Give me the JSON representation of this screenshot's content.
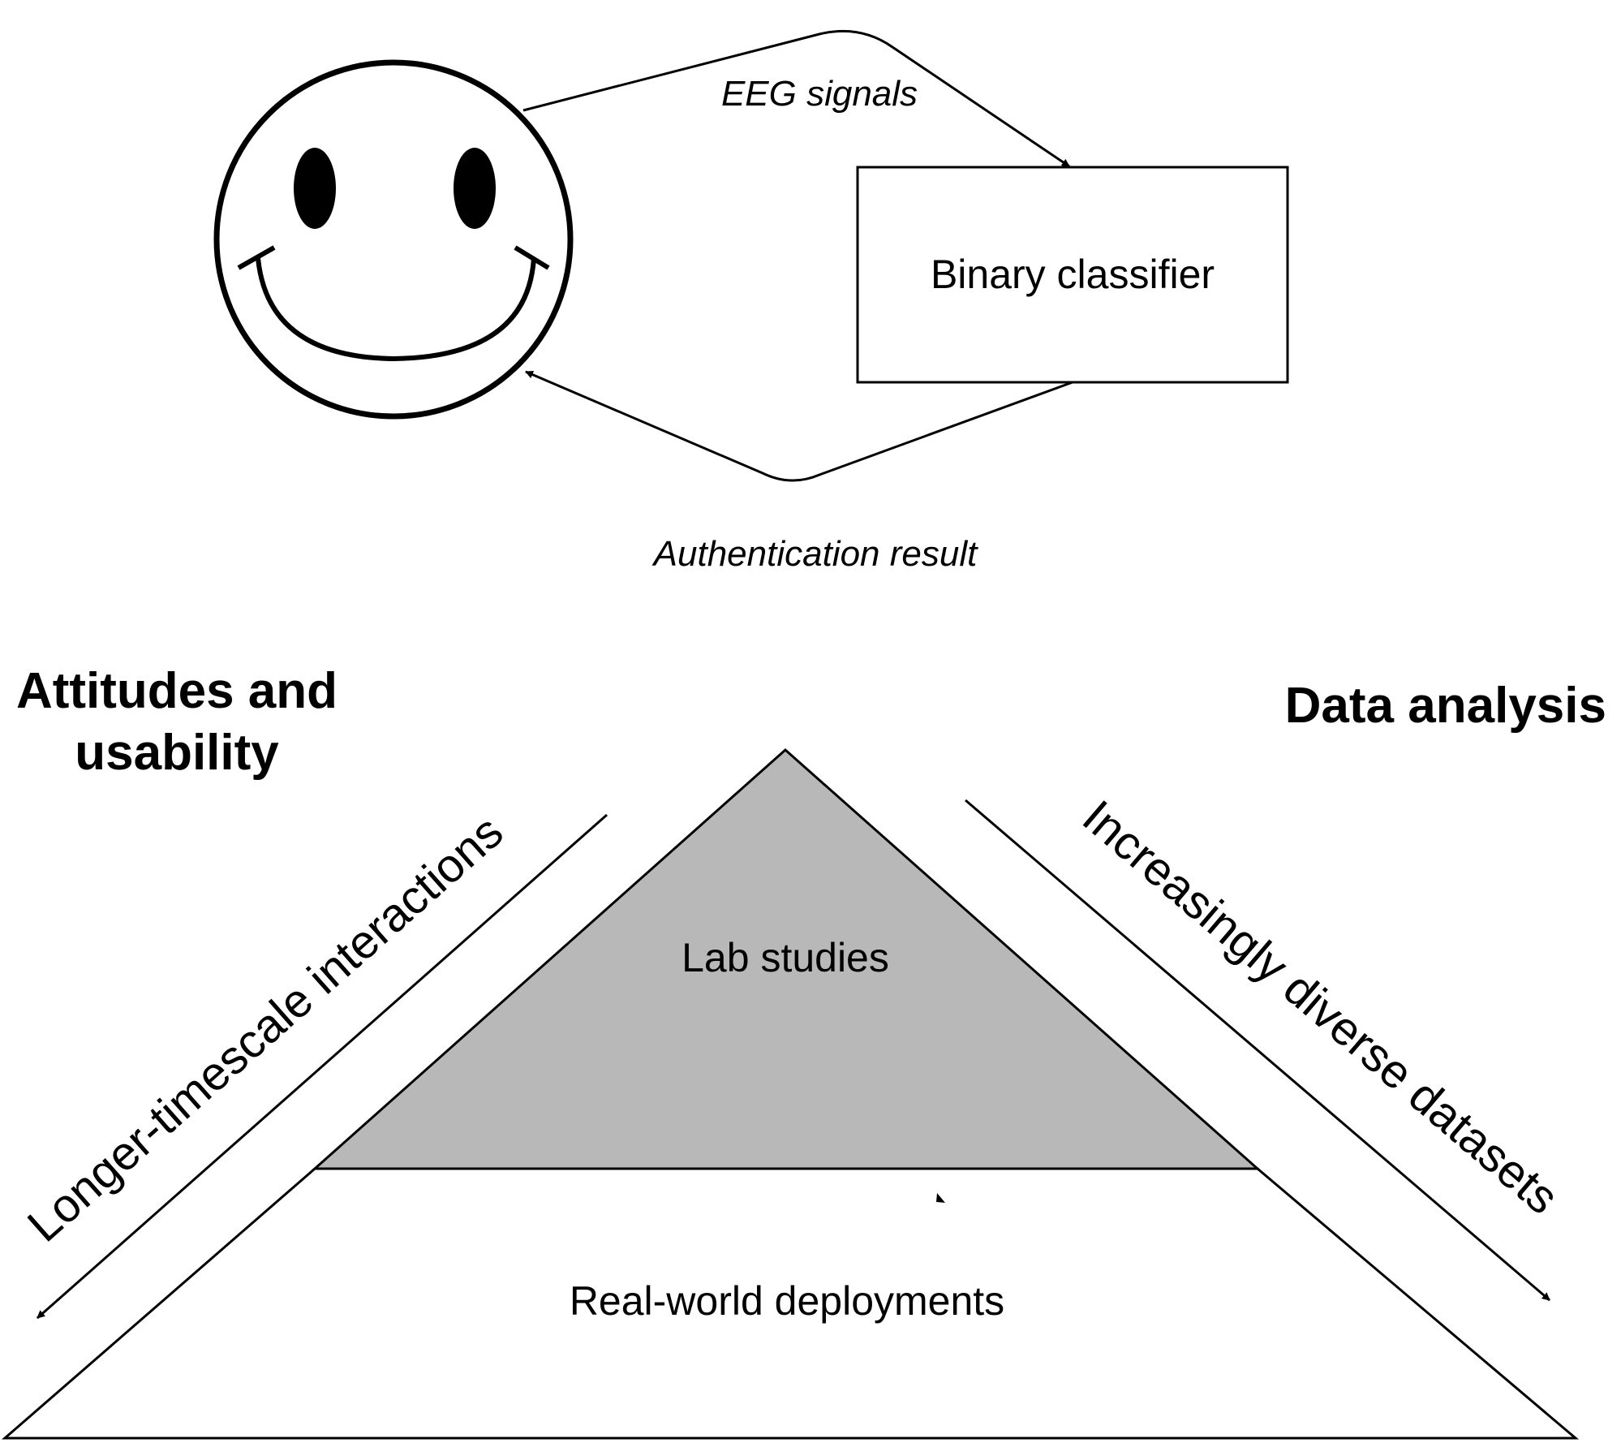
{
  "top_diagram": {
    "classifier_label": "Binary classifier",
    "signal_label": "EEG signals",
    "result_label": "Authentication result"
  },
  "pyramid": {
    "top_layer_label": "Lab studies",
    "bottom_layer_label": "Real-world deployments",
    "left_heading_line1": "Attitudes and",
    "left_heading_line2": "usability",
    "right_heading": "Data analysis",
    "left_arrow_label": "Longer-timescale interactions",
    "right_arrow_label": "Increasingly diverse datasets"
  },
  "colors": {
    "lab_layer_fill": "#b8b8b8",
    "stroke": "#000000",
    "background": "#ffffff"
  }
}
